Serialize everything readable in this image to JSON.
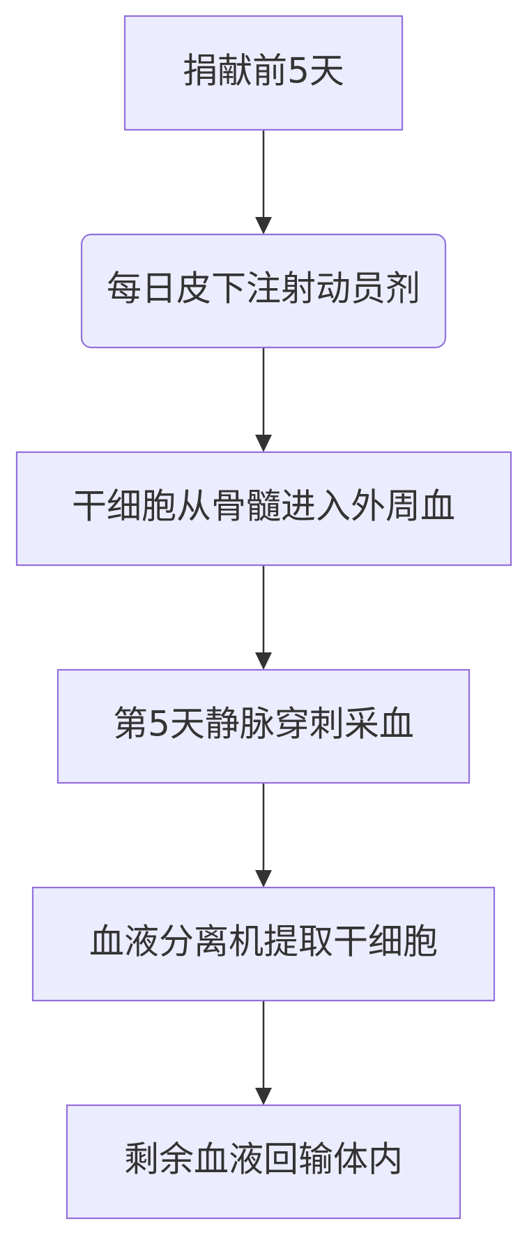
{
  "flowchart": {
    "nodes": [
      {
        "label": "捐献前5天",
        "shape": "rect"
      },
      {
        "label": "每日皮下注射动员剂",
        "shape": "rounded"
      },
      {
        "label": "干细胞从骨髓进入外周血",
        "shape": "rect"
      },
      {
        "label": "第5天静脉穿刺采血",
        "shape": "rect"
      },
      {
        "label": "血液分离机提取干细胞",
        "shape": "rect"
      },
      {
        "label": "剩余血液回输体内",
        "shape": "rect"
      }
    ],
    "edges": [
      {
        "from": 0,
        "to": 1
      },
      {
        "from": 1,
        "to": 2
      },
      {
        "from": 2,
        "to": 3
      },
      {
        "from": 3,
        "to": 4
      },
      {
        "from": 4,
        "to": 5
      }
    ],
    "colors": {
      "node_fill": "#ececff",
      "node_stroke": "#9370db",
      "text": "#333333",
      "edge": "#333333",
      "background": "#ffffff"
    }
  }
}
